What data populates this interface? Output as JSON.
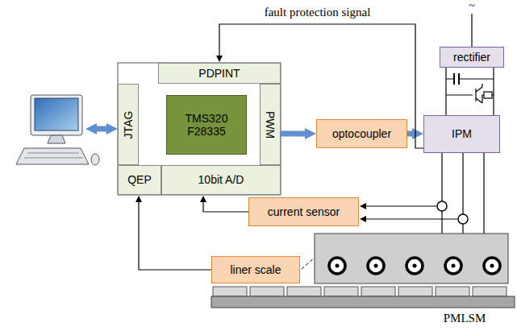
{
  "diagram": {
    "nodes": [
      {
        "text": [
          "PDPINT"
        ]
      },
      {
        "text": [
          "JTAG"
        ]
      },
      {
        "text": [
          "TMS320 F28335"
        ]
      },
      {
        "text": [
          "PWM"
        ]
      },
      {
        "text": [
          "QEP"
        ]
      },
      {
        "text": [
          "10bit A/D"
        ]
      },
      {
        "text": [
          "optocoupler"
        ]
      },
      {
        "text": [
          "IPM"
        ]
      },
      {
        "text": [
          "rectifier"
        ]
      },
      {
        "text": [
          "current sensor"
        ]
      },
      {
        "text": [
          "liner scale"
        ]
      }
    ],
    "edges": [
      {
        "from": 3,
        "to": 6,
        "arrow": "to"
      },
      {
        "from": 6,
        "to": 7,
        "arrow": "to"
      },
      {
        "from": 7,
        "to": 0,
        "label": "fault protection signal",
        "arrow": "to"
      },
      {
        "from": 9,
        "to": 5,
        "arrow": "to"
      },
      {
        "from": 10,
        "to": 4,
        "arrow": "to"
      },
      {
        "from": 8,
        "to": 7,
        "arrow": "none"
      }
    ],
    "labels": [
      "~",
      "PMLSM"
    ]
  }
}
